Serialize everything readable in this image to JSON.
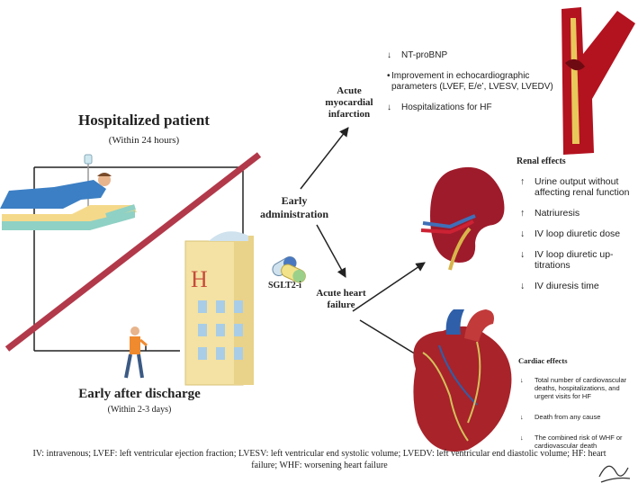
{
  "hospitalized": {
    "title": "Hospitalized patient",
    "subtitle": "(Within 24 hours)"
  },
  "discharge": {
    "title": "Early after discharge",
    "subtitle": "(Within 2-3 days)"
  },
  "hub": {
    "label": "Early administration"
  },
  "drug": {
    "label": "SGLT2-i"
  },
  "hospital_sign": "H",
  "nodes": {
    "ami": "Acute myocardial infarction",
    "ahf": "Acute heart failure"
  },
  "ami_effects": [
    {
      "arrow": "↓",
      "text": "NT-proBNP"
    },
    {
      "arrow": "•",
      "text": "Improvement in echocardiographic parameters (LVEF, E/e’, LVESV, LVEDV)"
    },
    {
      "arrow": "↓",
      "text": "Hospitalizations for HF"
    }
  ],
  "renal": {
    "title": "Renal effects",
    "items": [
      {
        "arrow": "↑",
        "text": "Urine output without affecting renal function"
      },
      {
        "arrow": "↑",
        "text": "Natriuresis"
      },
      {
        "arrow": "↓",
        "text": "IV loop diuretic dose"
      },
      {
        "arrow": "↓",
        "text": "IV loop diuretic up-titrations"
      },
      {
        "arrow": "↓",
        "text": "IV diuresis time"
      }
    ]
  },
  "cardiac": {
    "title": "Cardiac effects",
    "items": [
      {
        "arrow": "↓",
        "text": "Total number of cardiovascular deaths, hospitalizations, and urgent visits for HF"
      },
      {
        "arrow": "↓",
        "text": "Death from any cause"
      },
      {
        "arrow": "↓",
        "text": "The combined risk of WHF or cardiovascular death"
      }
    ]
  },
  "footer": "IV: intravenous; LVEF: left ventricular ejection fraction; LVESV: left ventricular end systolic volume; LVEDV: left ventricular end diastolic volume; HF: heart failure; WHF: worsening heart failure",
  "colors": {
    "slash": "#b2394a",
    "kidney": "#9e1b2b",
    "artery": "#b3121f",
    "heart_red": "#a8232a",
    "heart_blue": "#2f5fa8",
    "building": "#f3e2a3",
    "window": "#a9cde6",
    "bed": "#8fd1c4"
  }
}
